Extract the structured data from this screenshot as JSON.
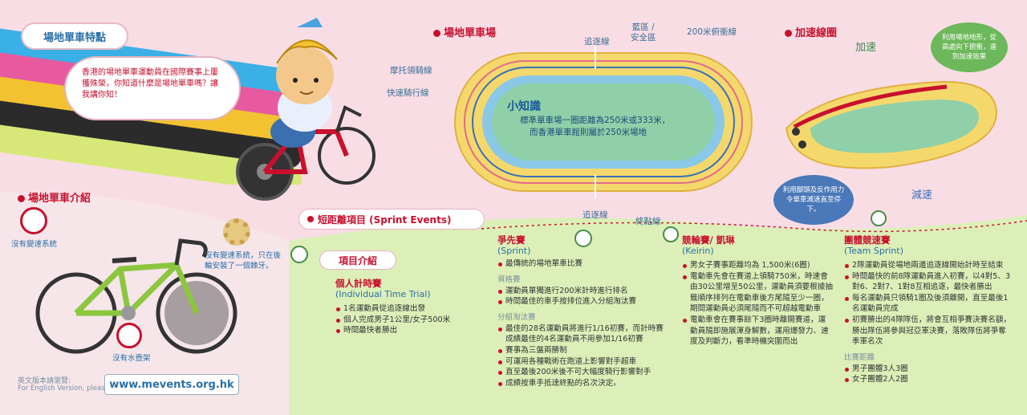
{
  "features": {
    "title": "場地單車特點",
    "bubble": "香港的場地單車運動員在國際賽事上屢獲殊榮，你知道什麼是場地單車嗎？讓我講你知！"
  },
  "intro": {
    "title": "場地單車介紹",
    "no_gears": "沒有變速系統",
    "no_gears_note": "沒有變速系統，只在後輪安裝了一個棘牙。",
    "no_bottle": "沒有水壺架"
  },
  "track": {
    "title": "場地單車場",
    "labels": {
      "chase_top": "追逐線",
      "blue_zone": "藍區 /\n安全區",
      "sprint_line": "200米俯衝線",
      "motor_line": "摩托領騎線",
      "fast_line": "快速騎行線",
      "chase_bottom": "追逐線",
      "finish": "終點線"
    },
    "tip_title": "小知識",
    "tip_text1": "標準單車場一圈距離為250米或333米，",
    "tip_text2": "而香港單車館則屬於250米場地"
  },
  "accel": {
    "title": "加速線圈",
    "speed_up": "加速",
    "slow_down": "減速",
    "speed_up_note": "利用場地地形，從高處向下俯衝，達到加速效果",
    "slow_down_note": "利用腳頭及反作用力令單車減速直至停下。"
  },
  "sprint": {
    "banner": "短距離項目 (Sprint Events)",
    "events_title": "項目介紹",
    "itt": {
      "title": "個人計時賽",
      "en": "(Individual Time Trial)",
      "items": [
        "1名運動員從追逐線出發",
        "個人完成男子1公里/女子500米",
        "時間最快者勝出"
      ]
    },
    "sprint": {
      "title": "爭先賽",
      "en": "(Sprint)",
      "items": [
        "最傳統的場地單車比賽"
      ],
      "qual_label": "資格賽",
      "qual_items": [
        "運動員單獨進行200米計時進行排名",
        "時間最佳的車手按排位進入分組淘汰賽"
      ],
      "ko_label": "分組淘汰賽",
      "ko_items": [
        "最佳的28名運動員將進行1/16初賽，而計時賽成績最佳的4名運動員不用參加1/16初賽",
        "賽事為三盤兩勝制",
        "可運用各種戰術在跑道上影響對手超車",
        "直至最後200米後不可大幅度騎行影響對手",
        "成績按車手抵達終點的名次決定。"
      ]
    },
    "keirin": {
      "title": "競輪賽/ 凱琳",
      "en": "(Keirin)",
      "items": [
        "男女子賽事距離均為 1,500米(6圈)",
        "電動車先會在賽道上領騎750米，時速會由30公里增至50公里，運動員須要根據抽籤順序排列在電動車後方尾隨至少一圈，期間運動員必須尾隨而不可超越電動車",
        "電動車會在賽事餘下3圈時離開賽道，運動員隨即施展渾身解數，運用爆發力、速度及判斷力，看準時機突圍而出"
      ]
    },
    "team": {
      "title": "團體競速賽",
      "en": "(Team Sprint)",
      "items": [
        "2隊運動員從場地兩邊追逐線開始計時至結束",
        "時間最快的前8隊運動員進入初賽，以4對5、3對6、2對7、1對8互相追逐，最快者勝出",
        "每名運動員只領騎1圈及後須離開，直至最後1名運動員完成",
        "初賽勝出的4隊隊伍，將會互相爭賽決賽名額，勝出隊伍將參與冠亞軍決賽，落敗隊伍將爭奪季軍名次"
      ],
      "dist_label": "比賽距離",
      "dist_items": [
        "男子團體3人3圈",
        "女子團體2人2圈"
      ]
    }
  },
  "footer": {
    "line1": "英文版本請瀏覽:",
    "line2": "For English Version, please visit:",
    "url": "www.mevents.org.hk"
  },
  "colors": {
    "accent_red": "#c8102e",
    "label_blue": "#2a7fb8",
    "track_green": "#7fc8a0",
    "field_green": "#d8ebb0"
  }
}
